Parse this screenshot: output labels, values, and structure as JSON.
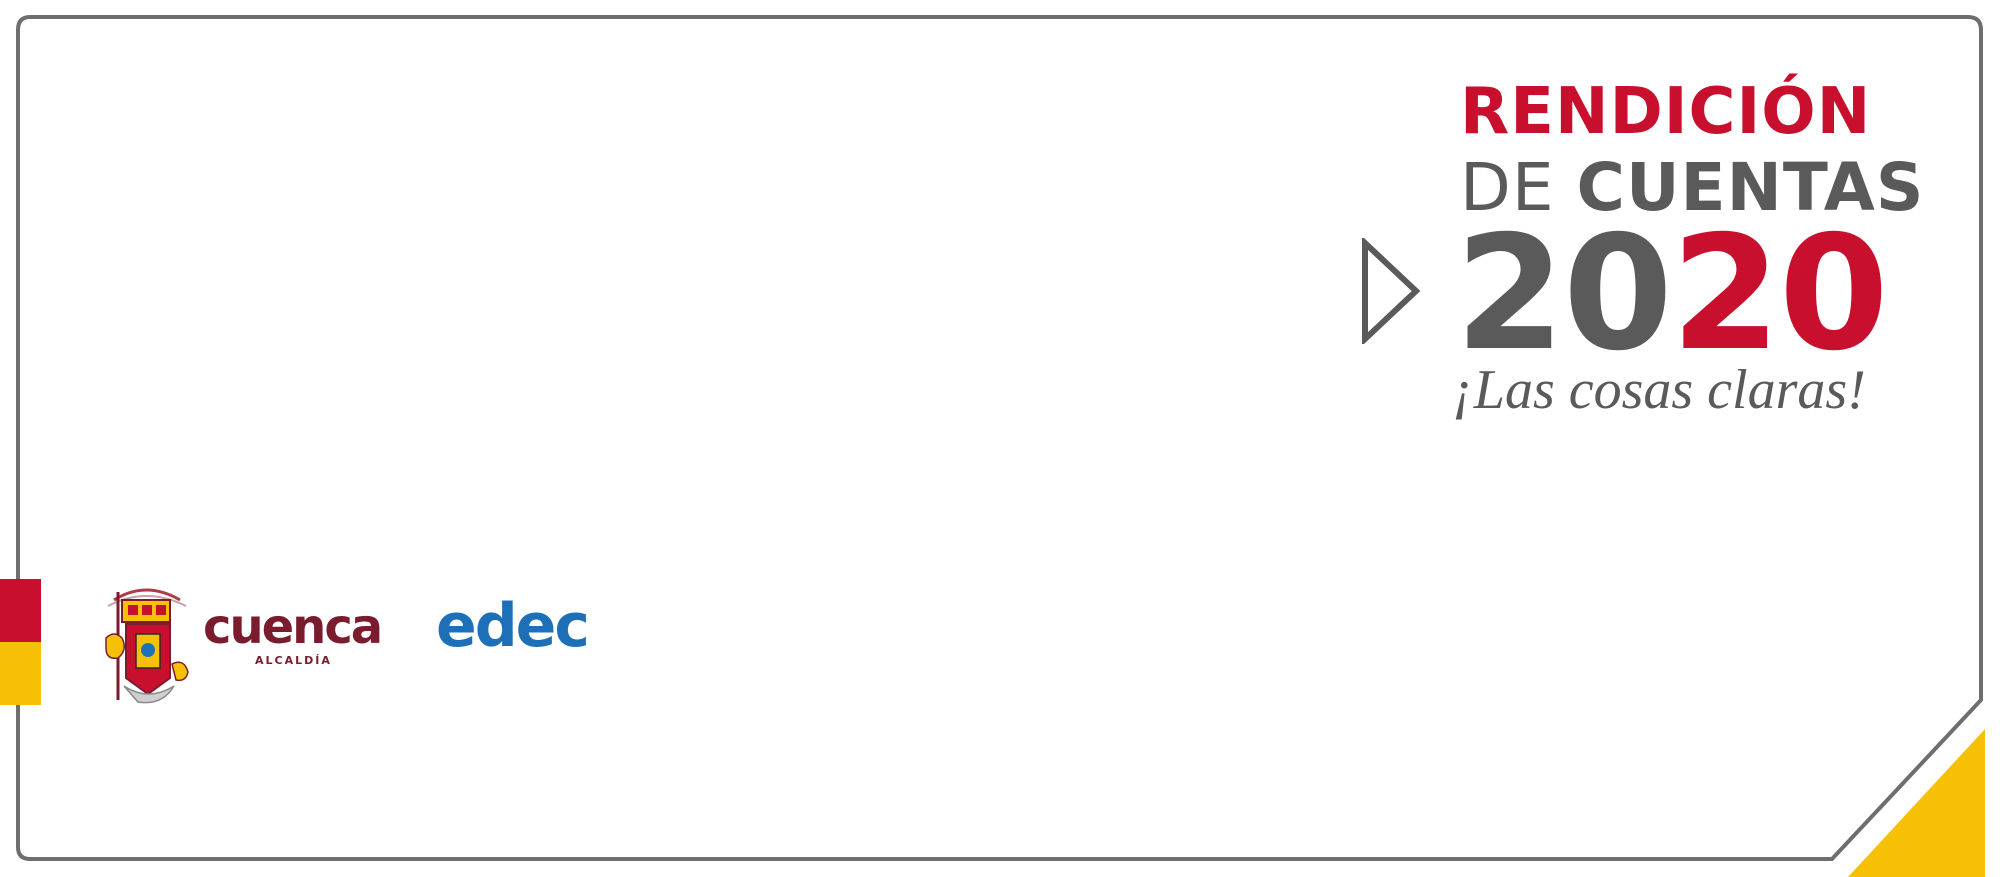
{
  "header": {
    "title_line1": "RENDICIÓN",
    "title_line2_de": "DE ",
    "title_line2_cuentas": "CUENTAS",
    "year_part1": "20",
    "year_part2": "20",
    "tagline": "¡Las cosas claras!"
  },
  "logos": {
    "cuenca_word": "cuenca",
    "cuenca_sub": "ALCALDÍA",
    "edec_word": "edec"
  },
  "icons": {
    "play": "play-triangle-icon",
    "crest": "coat-of-arms-icon"
  },
  "colors": {
    "frame_border": "#6e6e6e",
    "brand_red": "#c8102e",
    "brand_gray": "#5a5a5a",
    "brand_yellow": "#f6c105",
    "cuenca_maroon": "#7b1c2e",
    "edec_blue": "#1d70b8"
  }
}
